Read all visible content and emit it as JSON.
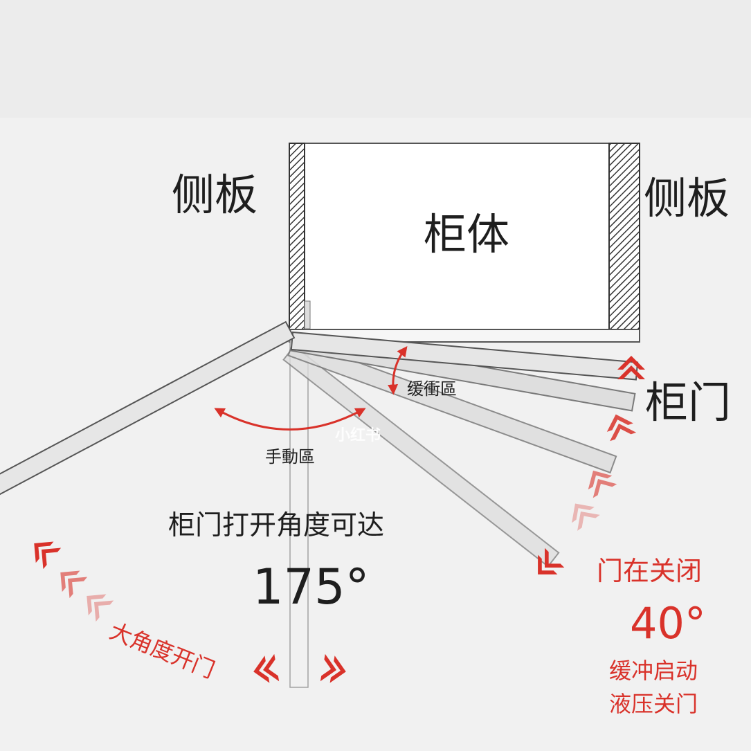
{
  "labels": {
    "side_panel_left": "侧板",
    "side_panel_right": "侧板",
    "cabinet_body": "柜体",
    "cabinet_door": "柜门",
    "buffer_zone": "缓衝區",
    "manual_zone": "手動區",
    "opening_angle_text": "柜门打开角度可达",
    "opening_angle_value": "175°",
    "wide_angle_open": "大角度开门",
    "closing_text": "门在关闭",
    "closing_angle_value": "40°",
    "soft_start_line1": "缓冲启动",
    "soft_start_line2": "液压关门"
  },
  "watermark": "小红书",
  "colors": {
    "accent_red": "#d9322a",
    "outline": "#555555",
    "door_fill": "#e6e6e6",
    "text_dark": "#1e1e1e",
    "background_top": "#ececec",
    "background": "#f1f1f1"
  }
}
